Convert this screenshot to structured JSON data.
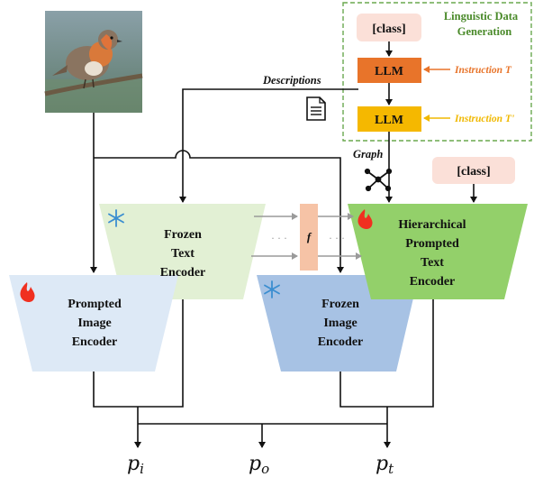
{
  "ldg": {
    "title_line1": "Linguistic Data",
    "title_line2": "Generation",
    "class_label": "[class]",
    "llm1": "LLM",
    "llm2": "LLM",
    "instruction1": "Instruction T",
    "instruction2": "Instruction T'"
  },
  "labels": {
    "descriptions": "Descriptions",
    "graph": "Graph",
    "class_right": "[class]",
    "f": "f",
    "dots_left": "· · ·",
    "dots_right": "· · ·"
  },
  "encoders": {
    "frozen_text": [
      "Frozen",
      "Text",
      "Encoder"
    ],
    "prompted_image": [
      "Prompted",
      "Image",
      "Encoder"
    ],
    "frozen_image": [
      "Frozen",
      "Image",
      "Encoder"
    ],
    "hier_text": [
      "Hierarchical",
      "Prompted",
      "Text",
      "Encoder"
    ]
  },
  "outputs": {
    "pi_base": "p",
    "pi_sub": "i",
    "po_base": "p",
    "po_sub": "o",
    "pt_base": "p",
    "pt_sub": "t"
  },
  "colors": {
    "llm": "#e8742a",
    "llm2": "#f5b800",
    "class_box": "#fbe0d8",
    "frozen_text": "#e2f0d4",
    "prompted_image": "#dde9f6",
    "frozen_image": "#a7c2e4",
    "hier_text": "#93d06a",
    "f_box": "#f6c3a6",
    "dash_green": "#6aa84f"
  }
}
